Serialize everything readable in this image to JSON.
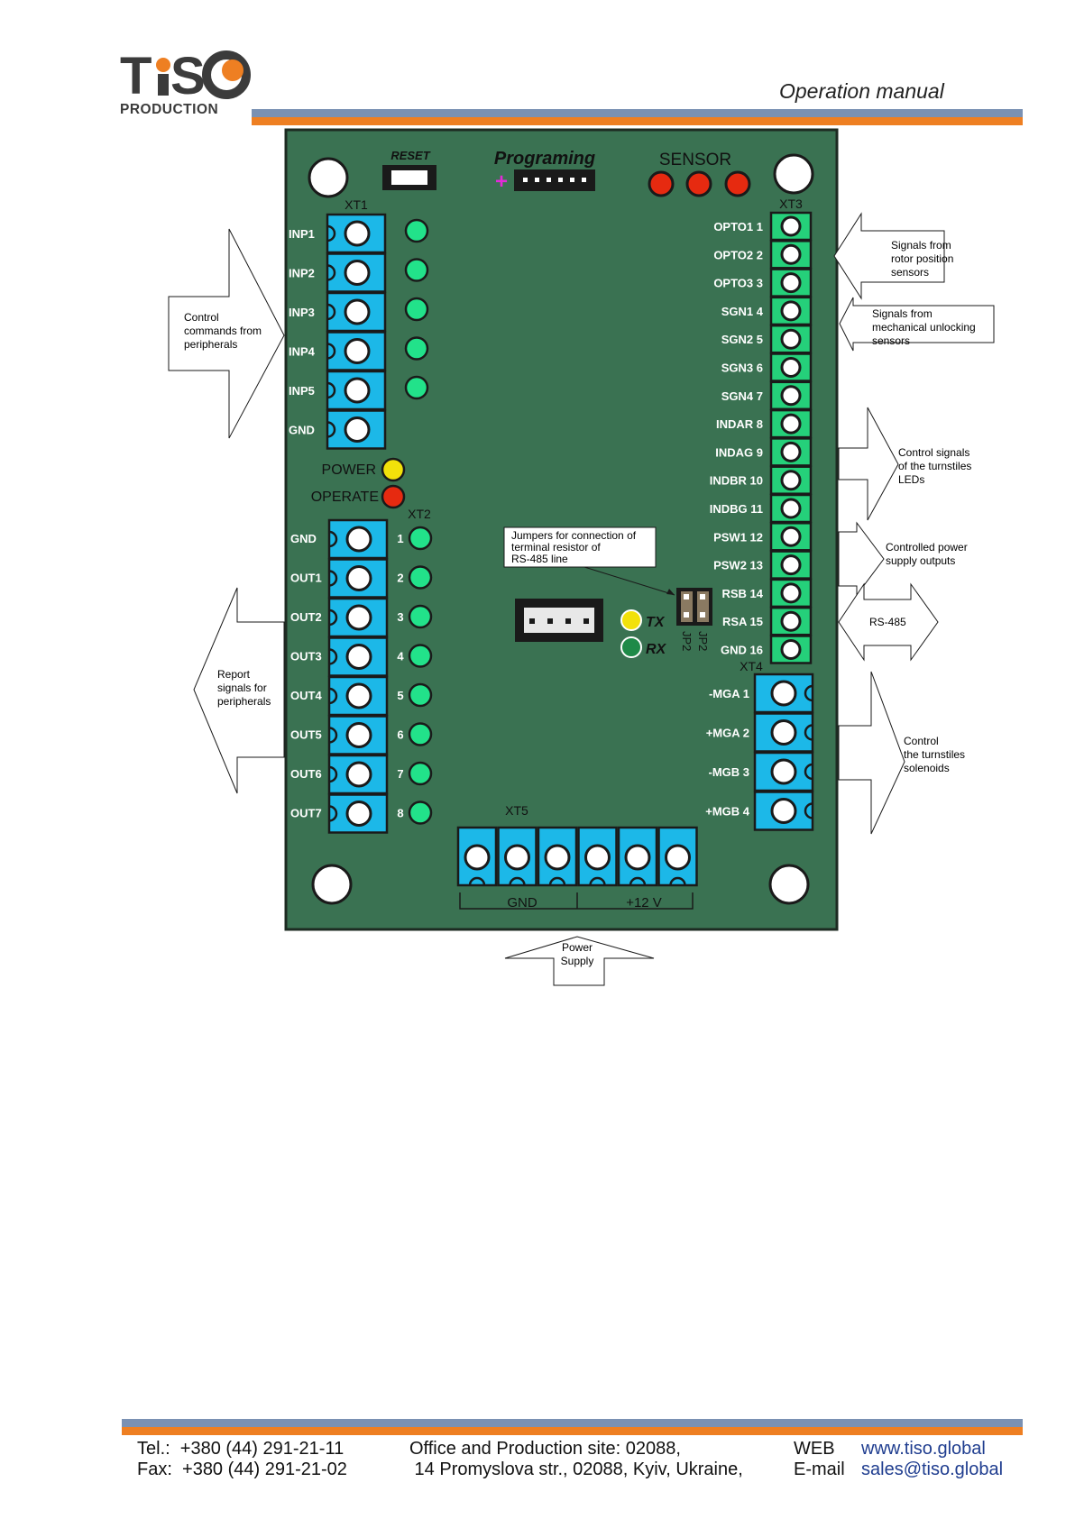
{
  "header": {
    "logo_main": "TISO",
    "logo_sub": "PRODUCTION",
    "doc_title": "Operation  manual"
  },
  "board": {
    "reset_label": "RESET",
    "programing_label": "Programing",
    "sensor_label": "SENSOR",
    "xt1_label": "XT1",
    "xt2_label": "XT2",
    "xt3_label": "XT3",
    "xt4_label": "XT4",
    "xt5_label": "XT5",
    "xt1_pins": [
      "INP1",
      "INP2",
      "INP3",
      "INP4",
      "INP5",
      "GND"
    ],
    "xt2_pins": [
      "GND",
      "OUT1",
      "OUT2",
      "OUT3",
      "OUT4",
      "OUT5",
      "OUT6",
      "OUT7"
    ],
    "xt2_numbers": [
      "1",
      "2",
      "3",
      "4",
      "5",
      "6",
      "7",
      "8"
    ],
    "xt3_pins": [
      "OPTO1  1",
      "OPTO2  2",
      "OPTO3 3",
      "SGN1 4",
      "SGN2 5",
      "SGN3 6",
      "SGN4 7",
      "INDAR 8",
      "INDAG 9",
      "INDBR 10",
      "INDBG 11",
      "PSW1 12",
      "PSW2 13",
      "RSB 14",
      "RSA 15",
      "GND 16"
    ],
    "xt4_pins": [
      "-MGA  1",
      "+MGA  2",
      "-MGB  3",
      "+MGB  4"
    ],
    "power_label": "POWER",
    "operate_label": "OPERATE",
    "tx_label": "TX",
    "rx_label": "RX",
    "jp_label_1": "JP2",
    "jp_label_2": "JP2",
    "gnd_label": "GND",
    "v12_label": "+12 V",
    "jumper_note": "Jumpers for connection of\nterminal resistor of\nRS-485 line"
  },
  "callouts": {
    "control_commands": "Control\ncommands from\nperipherals",
    "report_signals": "Report\nsignals for\nperipherals",
    "rotor_sensors": "Signals from\nrotor position\nsensors",
    "mech_unlock": "Signals from\nmechanical unlocking\nsensors",
    "led_control": "Control signals\nof the turnstiles\nLEDs",
    "power_outputs": "Controlled power\nsupply outputs",
    "rs485": "RS-485",
    "solenoids": "Control\nthe turnstiles\nsolenoids",
    "power_supply": "Power\nSupply"
  },
  "footer": {
    "tel": "Tel.:  +380 (44) 291-21-11",
    "fax": "Fax:  +380 (44) 291-21-02",
    "office_1": "Office and Production site: 02088,",
    "office_2": " 14 Promyslova str., 02088, Kyiv, Ukraine,",
    "web_label": "WEB",
    "web_value": "www.tiso.global",
    "email_label": "E-mail",
    "email_value": "sales@tiso.global"
  },
  "colors": {
    "pcb": "#3a7252",
    "terminal_blue": "#1cb8e8",
    "terminal_green": "#25d07a",
    "led_green": "#22e28a",
    "led_red": "#e62a10",
    "led_yellow": "#f2e10a",
    "bar_blue": "#7a91b3",
    "bar_orange": "#ee7f22"
  }
}
